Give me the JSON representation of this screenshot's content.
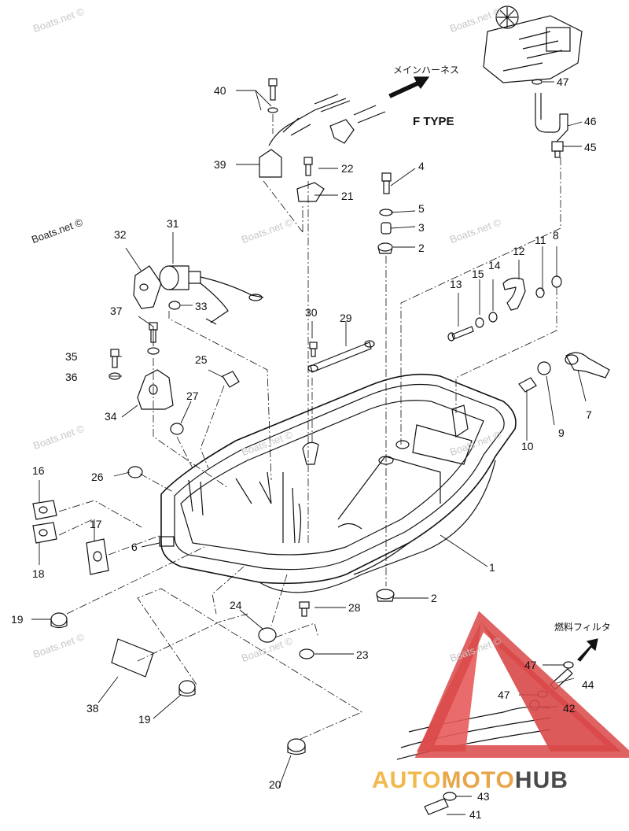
{
  "diagram": {
    "harness_label": "メインハーネス",
    "fuel_filter_label": "燃料フィルタ",
    "variant_label": "F TYPE",
    "watermark_text": "Boats.net ©",
    "logo": {
      "part1": "AUTO",
      "part2": "MOTO",
      "part3": "HUB"
    }
  },
  "callouts": [
    {
      "id": "c40",
      "text": "40"
    },
    {
      "id": "c39",
      "text": "39"
    },
    {
      "id": "c22",
      "text": "22"
    },
    {
      "id": "c21",
      "text": "21"
    },
    {
      "id": "c4",
      "text": "4"
    },
    {
      "id": "c5",
      "text": "5"
    },
    {
      "id": "c3",
      "text": "3"
    },
    {
      "id": "c2a",
      "text": "2"
    },
    {
      "id": "c47a",
      "text": "47"
    },
    {
      "id": "c46",
      "text": "46"
    },
    {
      "id": "c45",
      "text": "45"
    },
    {
      "id": "c32",
      "text": "32"
    },
    {
      "id": "c31",
      "text": "31"
    },
    {
      "id": "c33",
      "text": "33"
    },
    {
      "id": "c11",
      "text": "11"
    },
    {
      "id": "c8",
      "text": "8"
    },
    {
      "id": "c12",
      "text": "12"
    },
    {
      "id": "c14",
      "text": "14"
    },
    {
      "id": "c15",
      "text": "15"
    },
    {
      "id": "c13",
      "text": "13"
    },
    {
      "id": "c37",
      "text": "37"
    },
    {
      "id": "c30",
      "text": "30"
    },
    {
      "id": "c29",
      "text": "29"
    },
    {
      "id": "c35",
      "text": "35"
    },
    {
      "id": "c36",
      "text": "36"
    },
    {
      "id": "c25",
      "text": "25"
    },
    {
      "id": "c27",
      "text": "27"
    },
    {
      "id": "c34",
      "text": "34"
    },
    {
      "id": "c7",
      "text": "7"
    },
    {
      "id": "c9",
      "text": "9"
    },
    {
      "id": "c10",
      "text": "10"
    },
    {
      "id": "c16",
      "text": "16"
    },
    {
      "id": "c26",
      "text": "26"
    },
    {
      "id": "c17",
      "text": "17"
    },
    {
      "id": "c6",
      "text": "6"
    },
    {
      "id": "c18",
      "text": "18"
    },
    {
      "id": "c1",
      "text": "1"
    },
    {
      "id": "c2b",
      "text": "2"
    },
    {
      "id": "c19a",
      "text": "19"
    },
    {
      "id": "c24",
      "text": "24"
    },
    {
      "id": "c28",
      "text": "28"
    },
    {
      "id": "c23",
      "text": "23"
    },
    {
      "id": "c47b",
      "text": "47"
    },
    {
      "id": "c44",
      "text": "44"
    },
    {
      "id": "c47c",
      "text": "47"
    },
    {
      "id": "c42",
      "text": "42"
    },
    {
      "id": "c38",
      "text": "38"
    },
    {
      "id": "c19b",
      "text": "19"
    },
    {
      "id": "c20",
      "text": "20"
    },
    {
      "id": "c43",
      "text": "43"
    },
    {
      "id": "c41",
      "text": "41"
    }
  ]
}
